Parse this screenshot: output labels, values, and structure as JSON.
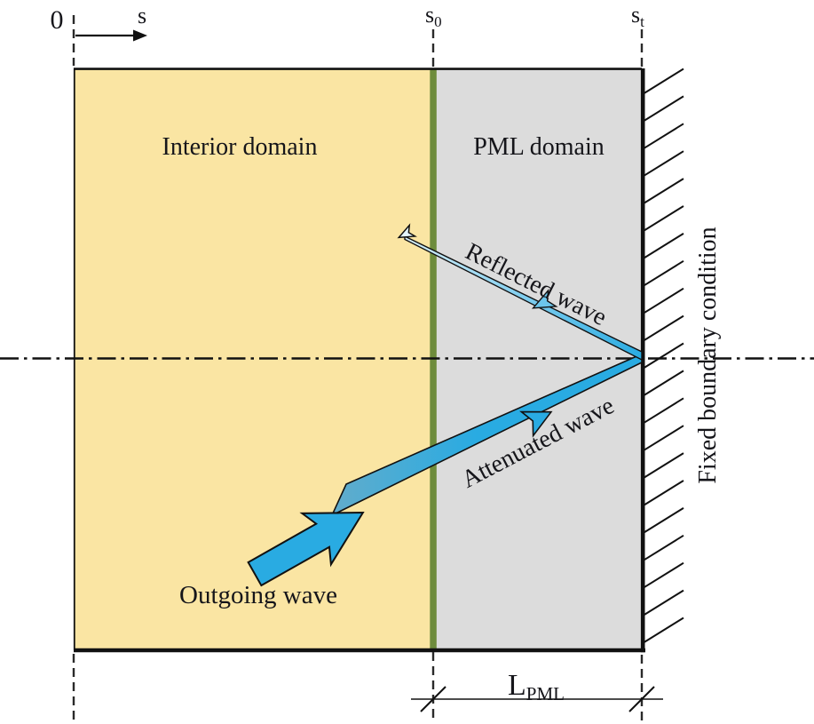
{
  "diagram": {
    "axis": {
      "origin": "0",
      "axis_label": "s",
      "interface_main": "s",
      "interface_sub": "0",
      "truncation_main": "s",
      "truncation_sub": "t"
    },
    "regions": {
      "interior_label": "Interior domain",
      "pml_label": "PML domain"
    },
    "waves": {
      "outgoing_label": "Outgoing wave",
      "attenuated_label": "Attenuated wave",
      "reflected_label": "Reflected wave"
    },
    "boundary_label": "Fixed boundary condition",
    "dimension": {
      "main": "L",
      "sub": "PML"
    },
    "colors": {
      "interior_fill": "#fae5a3",
      "pml_fill": "#dcdcdc",
      "divider_green": "#6e8c3c",
      "wave_blue": "#29abe2",
      "line_color": "#111111"
    }
  }
}
